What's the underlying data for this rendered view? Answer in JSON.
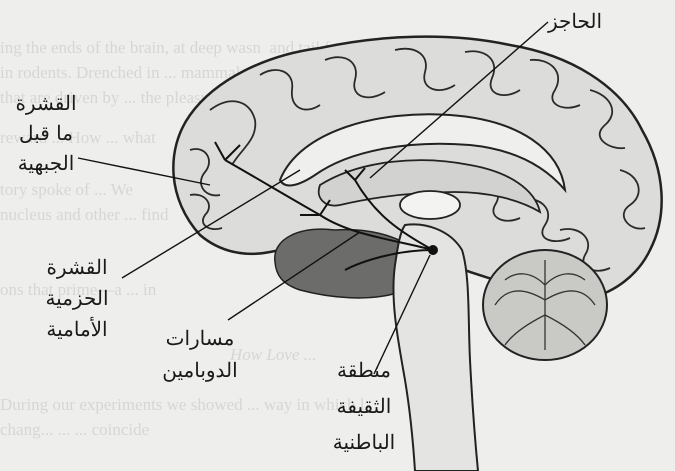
{
  "labels": {
    "septum": "الحاجز",
    "prefrontal_cortex": [
      "القشرة",
      "ما قبل",
      "الجبهية"
    ],
    "anterior_cingulate": [
      "القشرة",
      "الحزمية",
      "الأمامية"
    ],
    "dopamine_pathways": [
      "مسارات",
      "الدوبامين"
    ],
    "vta": [
      "منطقة",
      "الثقيفة",
      "الباطنية"
    ]
  },
  "colors": {
    "background": "#eeeeec",
    "cortex_fill": "#dcdcda",
    "fold_line": "#2a2a2a",
    "dark_region": "#6c6c6a",
    "cerebellum": "#c9c9c6",
    "ink": "#1a1a1a"
  }
}
